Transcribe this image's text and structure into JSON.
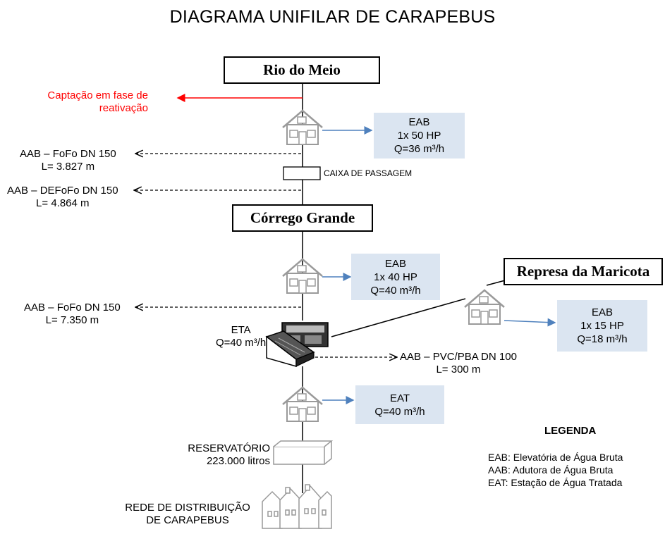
{
  "title": "DIAGRAMA UNIFILAR DE CARAPEBUS",
  "sources": {
    "rio_do_meio": "Rio do Meio",
    "corrego_grande": "Córrego Grande",
    "represa_maricota": "Represa da Maricota"
  },
  "captacao": [
    "Captação em fase de",
    "reativação"
  ],
  "eab_boxes": [
    {
      "line1": "EAB",
      "line2": "1x 50 HP",
      "line3": "Q=36 m³/h"
    },
    {
      "line1": "EAB",
      "line2": "1x 40 HP",
      "line3": "Q=40 m³/h"
    },
    {
      "line1": "EAB",
      "line2": "1x 15 HP",
      "line3": "Q=18 m³/h"
    }
  ],
  "eat_box": {
    "line1": "EAT",
    "line2": "Q=40 m³/h"
  },
  "aab_labels": [
    {
      "line1": "AAB – FoFo DN 150",
      "line2": "L= 3.827 m"
    },
    {
      "line1": "AAB – DEFoFo DN 150",
      "line2": "L= 4.864 m"
    },
    {
      "line1": "AAB – FoFo DN 150",
      "line2": "L= 7.350 m"
    },
    {
      "line1": "AAB – PVC/PBA  DN 100",
      "line2": "L= 300 m"
    }
  ],
  "caixa": "CAIXA DE PASSAGEM",
  "eta": {
    "line1": "ETA",
    "line2": "Q=40 m³/h"
  },
  "reservatorio": {
    "line1": "RESERVATÓRIO",
    "line2": "223.000 litros"
  },
  "rede": {
    "line1": "REDE DE DISTRIBUIÇÃO",
    "line2": "DE CARAPEBUS"
  },
  "legend": {
    "title": "LEGENDA",
    "items": [
      "EAB: Elevatória de Água Bruta",
      "AAB: Adutora de Água Bruta",
      "EAT: Estação de Água Tratada"
    ]
  },
  "colors": {
    "arrow_blue": "#4f81bd",
    "box_fill": "#dbe5f1",
    "red": "#ff0000"
  }
}
